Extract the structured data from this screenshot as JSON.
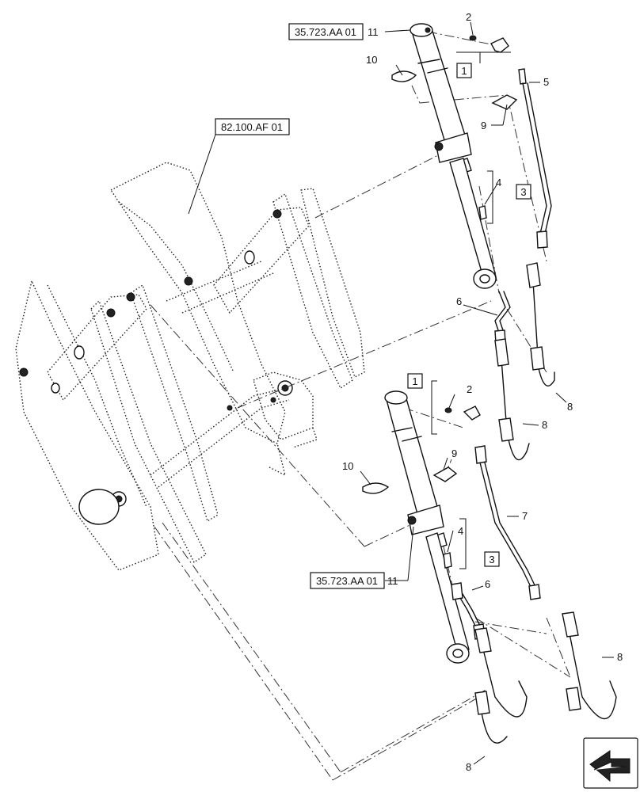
{
  "references": {
    "ref_top": "35.723.AA 01",
    "ref_frame": "82.100.AF 01",
    "ref_bottom": "35.723.AA 01"
  },
  "kit_boxes": {
    "kit1_top": "1",
    "kit3_top": "3",
    "kit1_bottom": "1",
    "kit3_bottom": "3"
  },
  "callouts": {
    "c11_top": "11",
    "c2_top": "2",
    "c10_top": "10",
    "c5": "5",
    "c9_top": "9",
    "c4_top": "4",
    "c6_top": "6",
    "c8_a": "8",
    "c8_b": "8",
    "c2_bottom": "2",
    "c9_bottom": "9",
    "c10_bottom": "10",
    "c7": "7",
    "c4_bottom": "4",
    "c11_bottom": "11",
    "c6_bottom": "6",
    "c8_c": "8",
    "c8_d": "8"
  },
  "icons": {
    "corner": "orientation-arrow-icon"
  }
}
